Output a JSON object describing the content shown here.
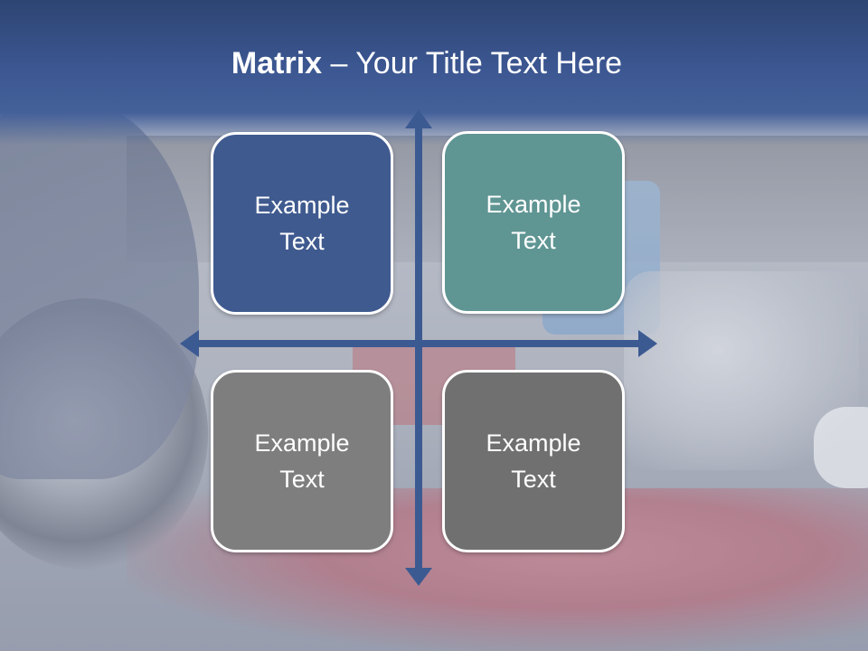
{
  "title": {
    "strong": "Matrix",
    "rest": " – Your Title Text Here"
  },
  "colors": {
    "title_band": "#3b5690",
    "axis": "#3c5a92",
    "quadrant_top_left": "#3f5a8f",
    "quadrant_top_right": "#5f9593",
    "quadrant_bottom_left": "#7e7e7e",
    "quadrant_bottom_right": "#707070",
    "box_border": "#ffffff",
    "text": "#ffffff"
  },
  "quadrants": {
    "top_left": "Example Text",
    "top_right": "Example Text",
    "bottom_left": "Example Text",
    "bottom_right": "Example Text"
  }
}
